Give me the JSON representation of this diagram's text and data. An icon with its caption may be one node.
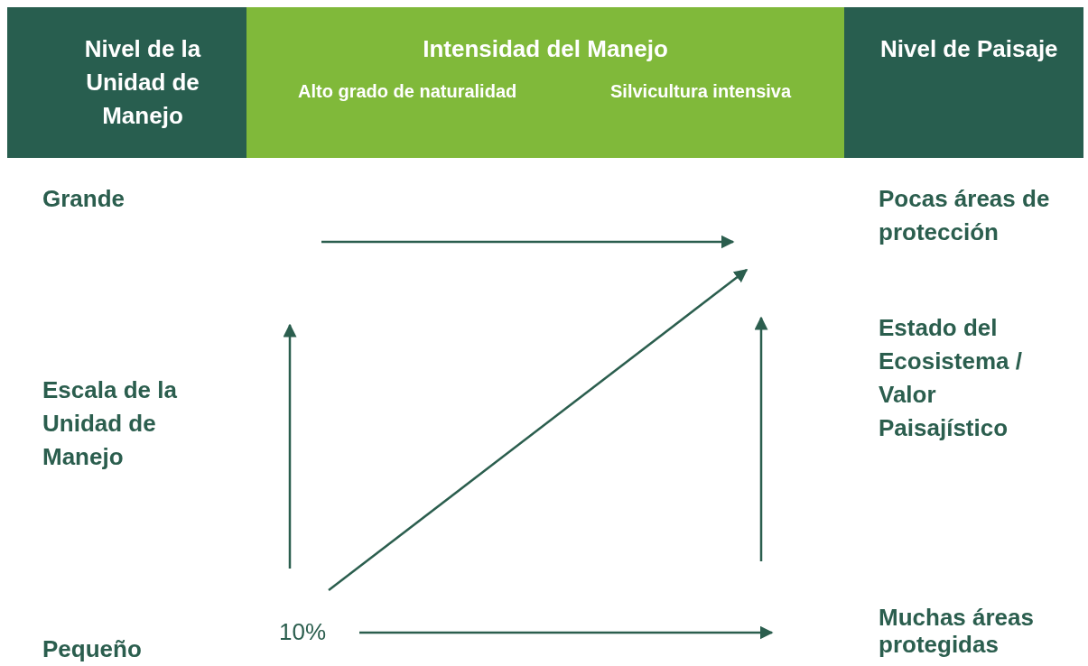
{
  "diagram": {
    "nodes": [
      {
        "text": [
          "Nivel de la Unidad de Manejo"
        ]
      },
      {
        "text": [
          "Intensidad del Manejo",
          "Alto grado de naturalidad",
          "Silvicultura intensiva"
        ]
      },
      {
        "text": [
          "Nivel de Paisaje"
        ]
      }
    ],
    "edges": [],
    "labels": [
      "Grande",
      "Pocas áreas de protección",
      "Estado del Ecosistema / Valor Paisajístico",
      "Escala de la Unidad de Manejo",
      "10%",
      "Muchas áreas protegidas",
      "Pequeño"
    ]
  }
}
